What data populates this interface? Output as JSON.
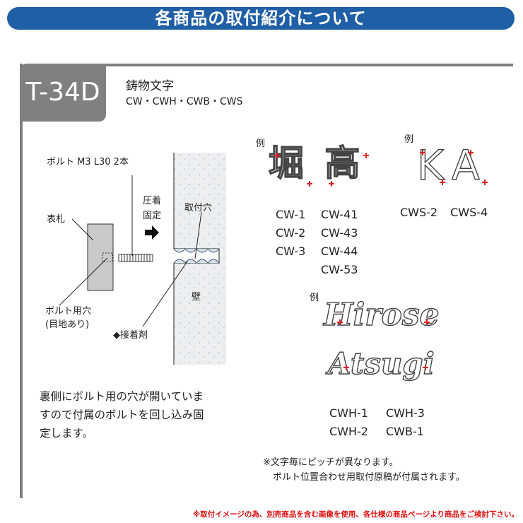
{
  "header": {
    "title": "各商品の取付紹介について"
  },
  "product": {
    "code": "T-34D",
    "name": "鋳物文字",
    "series": "CW・CWH・CWB・CWS"
  },
  "diagram": {
    "bolt": "ボルト M3 L30 2本",
    "press": [
      "圧着",
      "固定"
    ],
    "plate": "表札",
    "mount_hole": "取付穴",
    "bolt_hole": [
      "ボルト用穴",
      "(目地あり)"
    ],
    "adhesive": "◆接着剤",
    "wall": "壁"
  },
  "description": [
    "裏側にボルト用の穴が開いていま",
    "すので付属のボルトを回し込み固",
    "定します。"
  ],
  "examples": {
    "label": "例",
    "kanji": "堀 高",
    "kanji_models": [
      [
        "CW-1",
        "CW-41"
      ],
      [
        "CW-2",
        "CW-43"
      ],
      [
        "CW-3",
        "CW-44"
      ],
      [
        "",
        "CW-53"
      ]
    ],
    "latin": "KA",
    "latin_models": [
      "CWS-2",
      "CWS-4"
    ],
    "script1": "Hirose",
    "script2": "Atsugi",
    "script_models": [
      [
        "CWH-1",
        "CWH-3"
      ],
      [
        "CWH-2",
        "CWB-1"
      ]
    ]
  },
  "notes": [
    "※文字毎にピッチが異なります。",
    "ボルト位置合わせ用取付原稿が付属されます。"
  ],
  "footer": "※取付イメージの為、別売商品を含む画像を使用、各仕様の商品ページより商品をご検討下さい。"
}
